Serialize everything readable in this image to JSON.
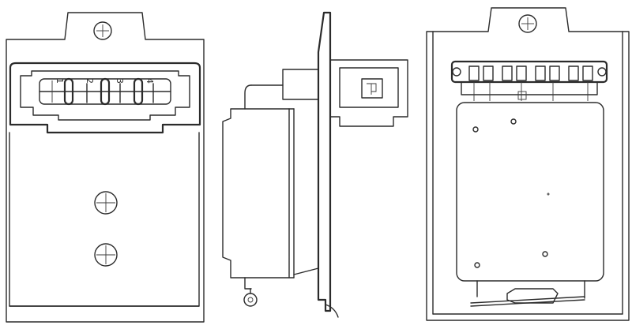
{
  "drawing": {
    "views": [
      "front-view",
      "side-view",
      "rear-view"
    ],
    "pin_labels": [
      "1",
      "2",
      "3",
      "4"
    ]
  }
}
